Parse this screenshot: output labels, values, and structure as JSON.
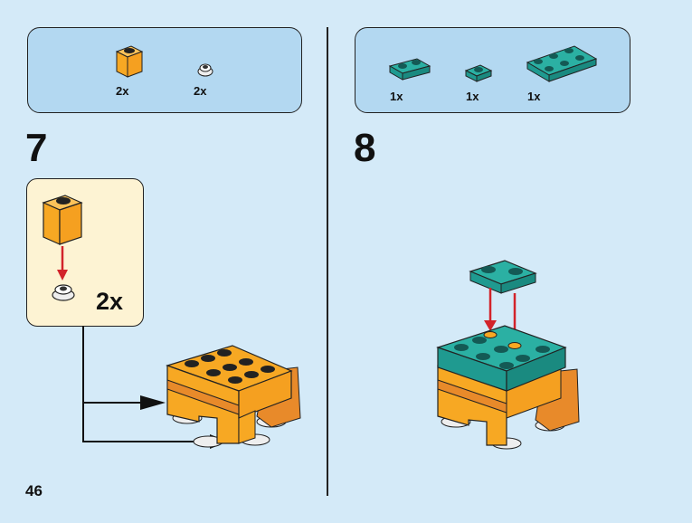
{
  "page": {
    "number": "46"
  },
  "step7": {
    "number": "7",
    "parts": [
      {
        "name": "orange-brick-1x1",
        "color": "#f7a823",
        "qty": "2x"
      },
      {
        "name": "white-round-plate",
        "color": "#e8e8e8",
        "qty": "2x"
      }
    ],
    "callout": {
      "qty": "2x"
    }
  },
  "step8": {
    "number": "8",
    "parts": [
      {
        "name": "teal-plate-1x2",
        "color": "#1f9a90",
        "qty": "1x"
      },
      {
        "name": "teal-plate-1x1",
        "color": "#1f9a90",
        "qty": "1x"
      },
      {
        "name": "teal-plate-2x3",
        "color": "#1f9a90",
        "qty": "1x"
      }
    ]
  },
  "colors": {
    "orange": "#f7a823",
    "dark_orange": "#e88a2a",
    "teal": "#1f9a90",
    "arrow_red": "#d2232a",
    "background": "#d4eaf8"
  }
}
